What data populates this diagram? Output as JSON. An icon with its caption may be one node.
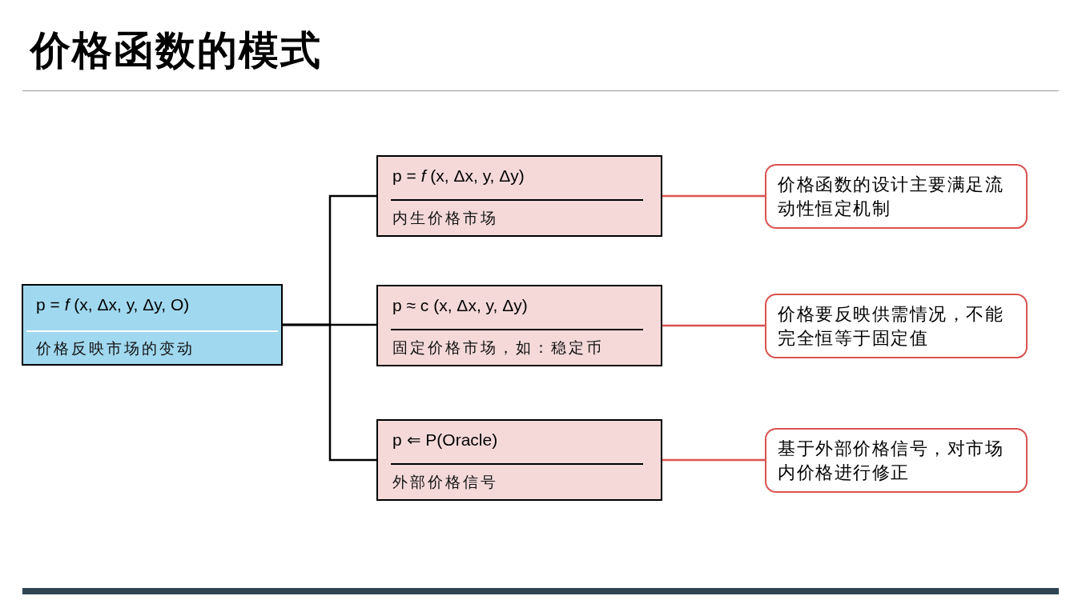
{
  "diagram": {
    "title": "价格函数的模式",
    "nodes": [
      {
        "text": [
          "p = *f* (x, Δx, y, Δy, O)",
          "价格反映市场的变动"
        ]
      },
      {
        "text": [
          "p = *f* (x, Δx, y, Δy)",
          "内生价格市场"
        ]
      },
      {
        "text": [
          "p ≈ c (x, Δx, y, Δy)",
          "固定价格市场，如：稳定币"
        ]
      },
      {
        "text": [
          "p ⇐ P(Oracle)",
          "外部价格信号"
        ]
      },
      {
        "text": [
          "价格函数的设计主要满足流动性恒定机制"
        ]
      },
      {
        "text": [
          "价格要反映供需情况，不能完全恒等于固定值"
        ]
      },
      {
        "text": [
          "基于外部价格信号，对市场内价格进行修正"
        ]
      }
    ],
    "edges": [
      {
        "from": 0,
        "to": 1,
        "arrow": "none"
      },
      {
        "from": 0,
        "to": 2,
        "arrow": "none"
      },
      {
        "from": 0,
        "to": 3,
        "arrow": "none"
      },
      {
        "from": 1,
        "to": 4,
        "arrow": "none",
        "color": "#d9534f"
      },
      {
        "from": 2,
        "to": 5,
        "arrow": "none",
        "color": "#d9534f"
      },
      {
        "from": 3,
        "to": 6,
        "arrow": "none",
        "color": "#d9534f"
      }
    ]
  }
}
